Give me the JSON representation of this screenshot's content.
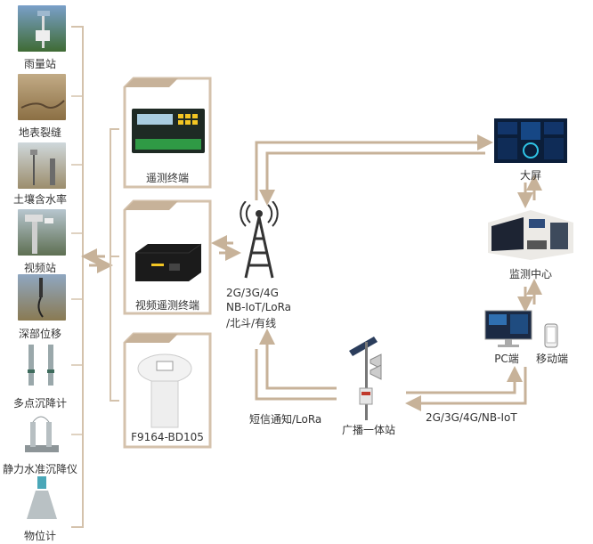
{
  "sensors": [
    {
      "label": "雨量站",
      "icon": "rain-gauge-photo"
    },
    {
      "label": "地表裂缝",
      "icon": "ground-crack-photo"
    },
    {
      "label": "土壤含水率",
      "icon": "soil-moisture-photo"
    },
    {
      "label": "视频站",
      "icon": "video-station-photo"
    },
    {
      "label": "深部位移",
      "icon": "deep-displacement-photo"
    },
    {
      "label": "多点沉降计",
      "icon": "multipoint-settlement-photo"
    },
    {
      "label": "静力水准沉降仪",
      "icon": "hydrostatic-level-photo"
    },
    {
      "label": "物位计",
      "icon": "level-meter-photo"
    }
  ],
  "devices": [
    {
      "label": "遥测终端",
      "icon": "telemetry-terminal-device"
    },
    {
      "label": "视频遥测终端",
      "icon": "video-telemetry-device"
    },
    {
      "label": "F9164-BD105",
      "icon": "bd-terminal-device"
    }
  ],
  "tower": {
    "icon": "antenna-tower-icon",
    "protocols": [
      "2G/3G/4G",
      "NB-IoT/LoRa",
      "/北斗/有线"
    ]
  },
  "links": {
    "sms_lora": "短信通知/LoRa",
    "cellular": "2G/3G/4G/NB-IoT"
  },
  "broadcast": {
    "label": "广播一体站",
    "icon": "broadcast-station-icon"
  },
  "right": {
    "big_screen": "大屏",
    "monitor_center": "监测中心",
    "pc": "PC端",
    "mobile": "移动端"
  },
  "colors": {
    "accent": "#c7b299",
    "frame": "#d4c2ac"
  }
}
